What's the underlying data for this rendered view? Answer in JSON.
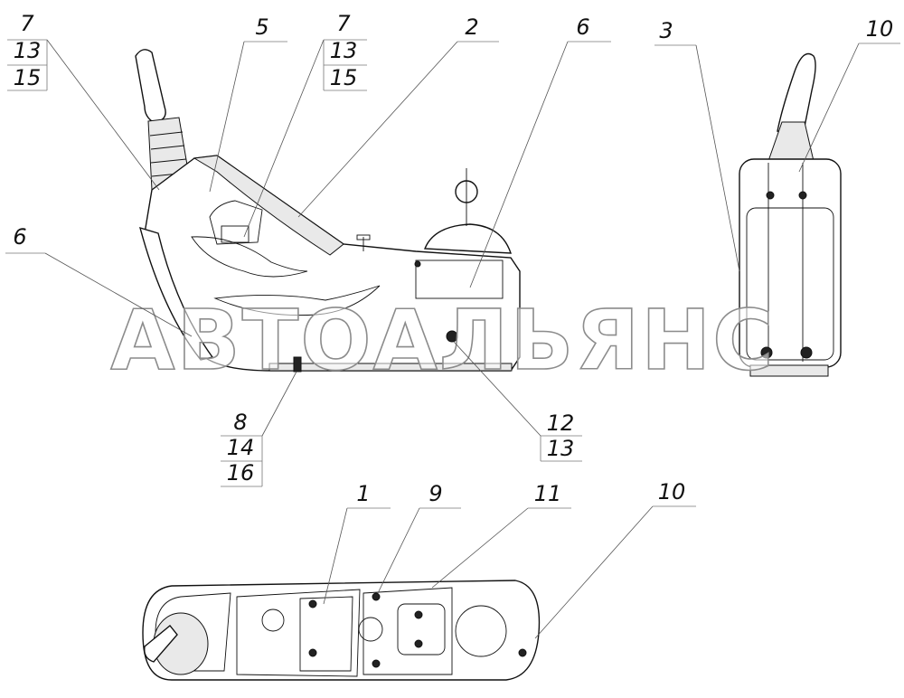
{
  "diagram": {
    "watermark": "АВТОАЛЬЯНС",
    "callouts": {
      "c_7_left": [
        "7",
        "13",
        "15"
      ],
      "c_5": [
        "5"
      ],
      "c_7_mid": [
        "7",
        "13",
        "15"
      ],
      "c_2": [
        "2"
      ],
      "c_6_top": [
        "6"
      ],
      "c_3": [
        "3"
      ],
      "c_10_top": [
        "10"
      ],
      "c_6_left": [
        "6"
      ],
      "c_8": [
        "8",
        "14",
        "16"
      ],
      "c_12": [
        "12",
        "13"
      ],
      "c_1": [
        "1"
      ],
      "c_9": [
        "9"
      ],
      "c_11": [
        "11"
      ],
      "c_10_bottom": [
        "10"
      ]
    }
  }
}
